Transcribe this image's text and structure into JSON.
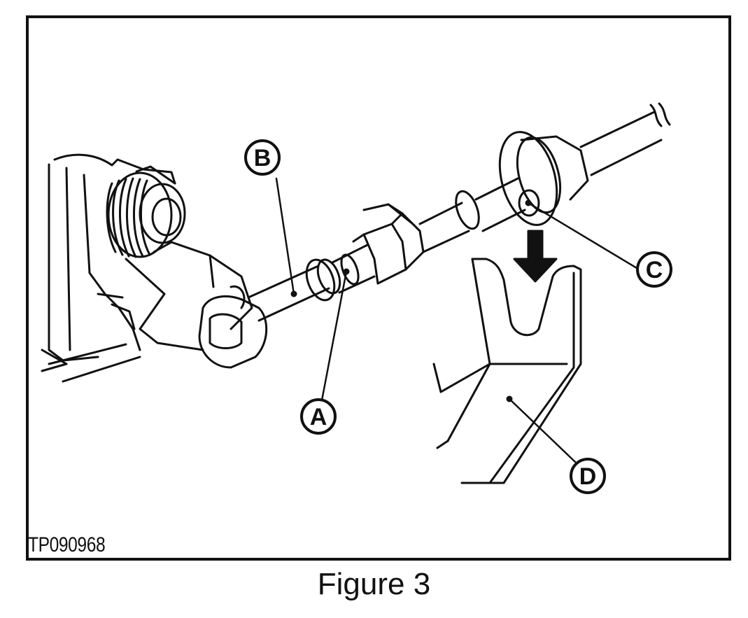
{
  "figure": {
    "caption": "Figure 3",
    "reference_code": "TP090968"
  },
  "callouts": {
    "a": "A",
    "b": "B",
    "c": "C",
    "d": "D"
  },
  "colors": {
    "line": "#111111",
    "background": "#ffffff"
  }
}
